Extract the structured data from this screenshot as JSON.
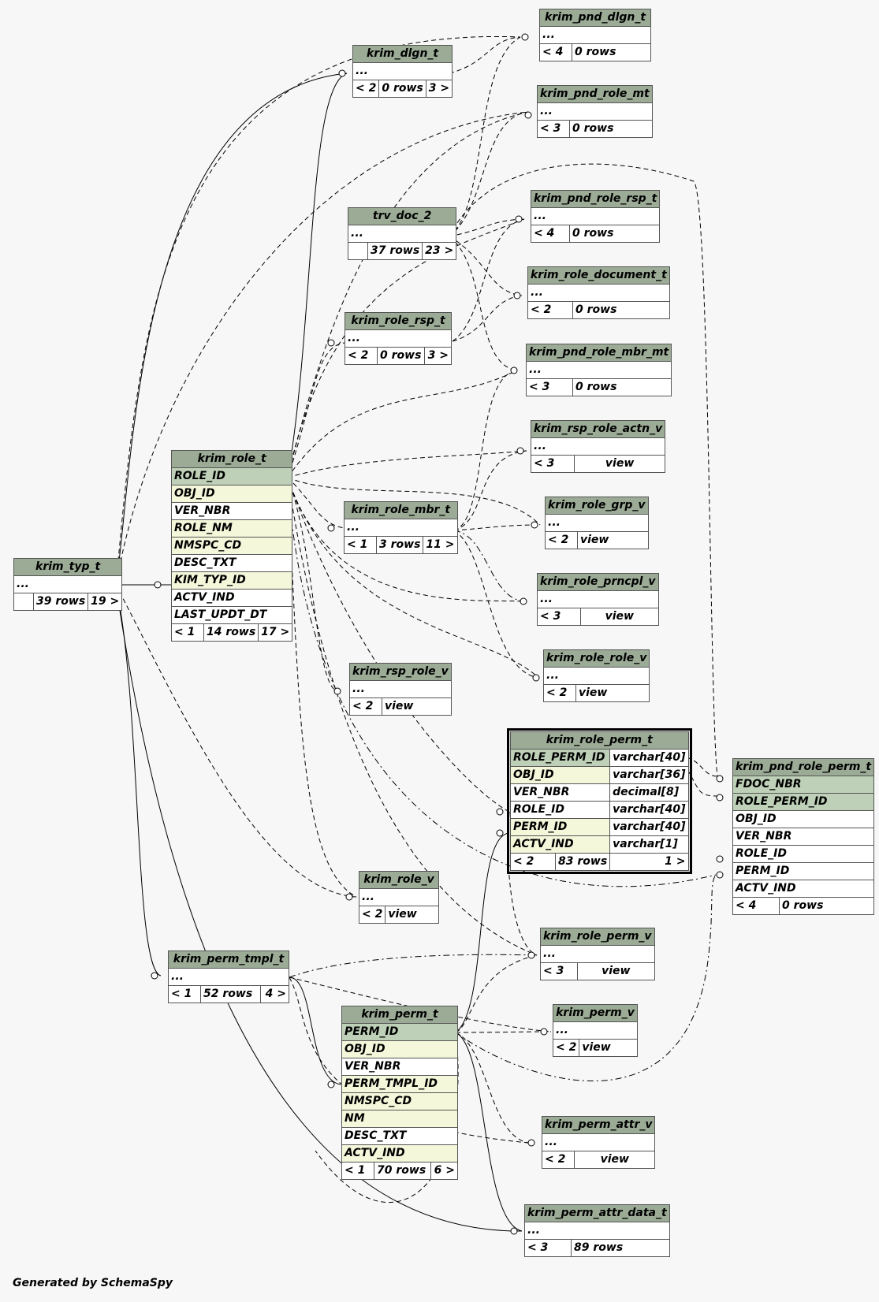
{
  "footer": "Generated by SchemaSpy",
  "colors": {
    "header": "#9bab96",
    "primary_key": "#bed1b8",
    "foreign_key": "#f4f7da",
    "background": "#f7f7f7"
  },
  "tables": {
    "krim_pnd_dlgn_t": {
      "name": "krim_pnd_dlgn_t",
      "cols": "...",
      "parents": "< 4",
      "rows": "0 rows",
      "children": ""
    },
    "krim_dlgn_t": {
      "name": "krim_dlgn_t",
      "cols": "...",
      "parents": "< 2",
      "rows": "0 rows",
      "children": "3 >"
    },
    "krim_pnd_role_mt": {
      "name": "krim_pnd_role_mt",
      "cols": "...",
      "parents": "< 3",
      "rows": "0 rows",
      "children": ""
    },
    "krim_pnd_role_rsp_t": {
      "name": "krim_pnd_role_rsp_t",
      "cols": "...",
      "parents": "< 4",
      "rows": "0 rows",
      "children": ""
    },
    "trv_doc_2": {
      "name": "trv_doc_2",
      "cols": "...",
      "parents": "",
      "rows": "37 rows",
      "children": "23 >"
    },
    "krim_role_document_t": {
      "name": "krim_role_document_t",
      "cols": "...",
      "parents": "< 2",
      "rows": "0 rows",
      "children": ""
    },
    "krim_role_rsp_t": {
      "name": "krim_role_rsp_t",
      "cols": "...",
      "parents": "< 2",
      "rows": "0 rows",
      "children": "3 >"
    },
    "krim_pnd_role_mbr_mt": {
      "name": "krim_pnd_role_mbr_mt",
      "cols": "...",
      "parents": "< 3",
      "rows": "0 rows",
      "children": ""
    },
    "krim_rsp_role_actn_v": {
      "name": "krim_rsp_role_actn_v",
      "cols": "...",
      "parents": "< 3",
      "rows": "view",
      "children": ""
    },
    "krim_role_grp_v": {
      "name": "krim_role_grp_v",
      "cols": "...",
      "parents": "< 2",
      "rows": "view",
      "children": ""
    },
    "krim_role_mbr_t": {
      "name": "krim_role_mbr_t",
      "cols": "...",
      "parents": "< 1",
      "rows": "3 rows",
      "children": "11 >"
    },
    "krim_role_prncpl_v": {
      "name": "krim_role_prncpl_v",
      "cols": "...",
      "parents": "< 3",
      "rows": "view",
      "children": ""
    },
    "krim_role_role_v": {
      "name": "krim_role_role_v",
      "cols": "...",
      "parents": "< 2",
      "rows": "view",
      "children": ""
    },
    "krim_rsp_role_v": {
      "name": "krim_rsp_role_v",
      "cols": "...",
      "parents": "< 2",
      "rows": "view",
      "children": ""
    },
    "krim_typ_t": {
      "name": "krim_typ_t",
      "cols": "...",
      "parents": "",
      "rows": "39 rows",
      "children": "19 >"
    },
    "krim_role_v": {
      "name": "krim_role_v",
      "cols": "...",
      "parents": "< 2",
      "rows": "view",
      "children": ""
    },
    "krim_role_perm_v": {
      "name": "krim_role_perm_v",
      "cols": "...",
      "parents": "< 3",
      "rows": "view",
      "children": ""
    },
    "krim_perm_tmpl_t": {
      "name": "krim_perm_tmpl_t",
      "cols": "...",
      "parents": "< 1",
      "rows": "52 rows",
      "children": "4 >"
    },
    "krim_perm_v": {
      "name": "krim_perm_v",
      "cols": "...",
      "parents": "< 2",
      "rows": "view",
      "children": ""
    },
    "krim_perm_attr_v": {
      "name": "krim_perm_attr_v",
      "cols": "...",
      "parents": "< 2",
      "rows": "view",
      "children": ""
    },
    "krim_perm_attr_data_t": {
      "name": "krim_perm_attr_data_t",
      "cols": "...",
      "parents": "< 3",
      "rows": "89 rows",
      "children": ""
    },
    "krim_role_t": {
      "name": "krim_role_t",
      "columns": [
        "ROLE_ID",
        "OBJ_ID",
        "VER_NBR",
        "ROLE_NM",
        "NMSPC_CD",
        "DESC_TXT",
        "KIM_TYP_ID",
        "ACTV_IND",
        "LAST_UPDT_DT"
      ],
      "parents": "< 1",
      "rows": "14 rows",
      "children": "17 >"
    },
    "krim_perm_t": {
      "name": "krim_perm_t",
      "columns": [
        "PERM_ID",
        "OBJ_ID",
        "VER_NBR",
        "PERM_TMPL_ID",
        "NMSPC_CD",
        "NM",
        "DESC_TXT",
        "ACTV_IND"
      ],
      "parents": "< 1",
      "rows": "70 rows",
      "children": "6 >"
    },
    "krim_role_perm_t": {
      "name": "krim_role_perm_t",
      "columns": [
        {
          "name": "ROLE_PERM_ID",
          "type": "varchar[40]"
        },
        {
          "name": "OBJ_ID",
          "type": "varchar[36]"
        },
        {
          "name": "VER_NBR",
          "type": "decimal[8]"
        },
        {
          "name": "ROLE_ID",
          "type": "varchar[40]"
        },
        {
          "name": "PERM_ID",
          "type": "varchar[40]"
        },
        {
          "name": "ACTV_IND",
          "type": "varchar[1]"
        }
      ],
      "parents": "< 2",
      "rows": "83 rows",
      "children": "1 >"
    },
    "krim_pnd_role_perm_t": {
      "name": "krim_pnd_role_perm_t",
      "columns": [
        "FDOC_NBR",
        "ROLE_PERM_ID",
        "OBJ_ID",
        "VER_NBR",
        "ROLE_ID",
        "PERM_ID",
        "ACTV_IND"
      ],
      "parents": "< 4",
      "rows": "0 rows",
      "children": ""
    }
  }
}
